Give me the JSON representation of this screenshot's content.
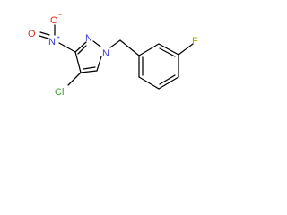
{
  "molecule": {
    "atoms": {
      "n1": "N",
      "n2": "N",
      "n_nitro": "N",
      "n_nitro_charge": "+",
      "o_dbl": "O",
      "o_single": "O",
      "o_charge": "−",
      "cl": "Cl",
      "f": "F"
    }
  },
  "colors": {
    "nitrogen": "#3a3ad6",
    "oxygen": "#e0271b",
    "chlorine": "#3a9a2a",
    "fluorine": "#a8a800",
    "bond": "#000000"
  }
}
